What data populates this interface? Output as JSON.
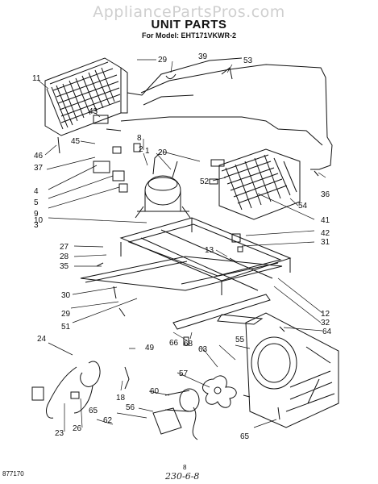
{
  "watermark": "AppliancePartsPros.com",
  "title": "UNIT PARTS",
  "subtitle": "For Model: EHT171VKWR-2",
  "footer": {
    "code": "877170",
    "page": "8",
    "handwritten": "230-6-8"
  },
  "callouts": [
    "11",
    "29",
    "39",
    "53",
    "43",
    "45",
    "46",
    "37",
    "4",
    "5",
    "9",
    "10",
    "3",
    "8",
    "2",
    "1",
    "20",
    "52",
    "36",
    "54",
    "41",
    "42",
    "31",
    "13",
    "27",
    "28",
    "35",
    "30",
    "29",
    "51",
    "12",
    "32",
    "64",
    "24",
    "49",
    "18",
    "66",
    "68",
    "63",
    "55",
    "57",
    "60",
    "56",
    "65",
    "62",
    "23",
    "26",
    "65"
  ]
}
